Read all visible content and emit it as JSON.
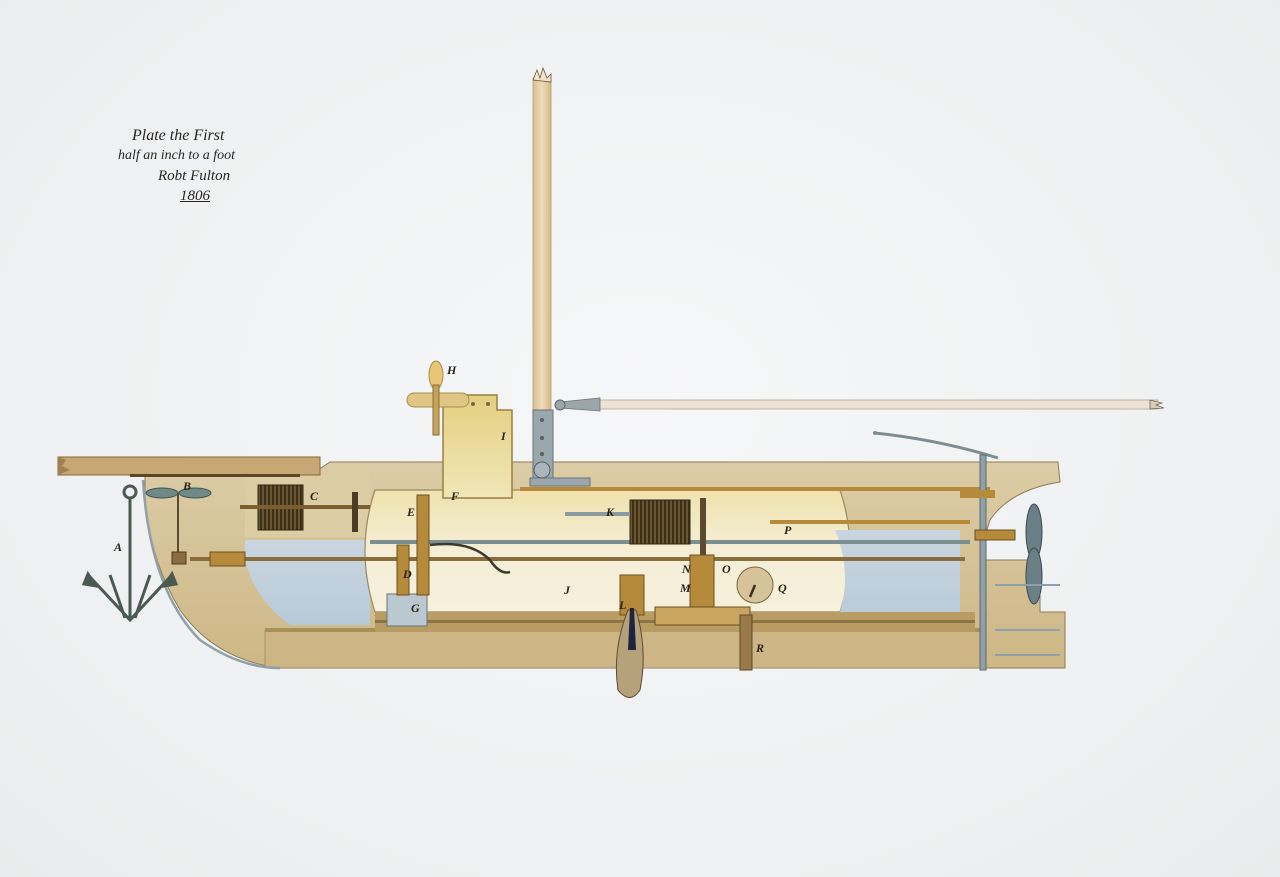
{
  "title": "Plate the First",
  "inscription": {
    "line1": "Plate the First",
    "line2": "half an inch to a foot",
    "line3": "Robt Fulton",
    "line4": "1806"
  },
  "labels": {
    "A": "A",
    "B": "B",
    "C": "C",
    "D": "D",
    "E": "E",
    "F": "F",
    "G": "G",
    "H": "H",
    "I": "I",
    "J": "J",
    "K": "K",
    "L": "L",
    "M": "M",
    "N": "N",
    "O": "O",
    "P": "P",
    "Q": "Q",
    "R": "R"
  },
  "colors": {
    "background": "#f1f3f4",
    "hull": "#d9c9a2",
    "hull_dark": "#b89c63",
    "interior": "#f3ecd2",
    "compartment_yellow": "#e7d58e",
    "water": "#c3d2de",
    "brass": "#b58a3a",
    "steel": "#9aa7ad",
    "ink": "#2a2418",
    "mast": "#e6cfa8"
  }
}
